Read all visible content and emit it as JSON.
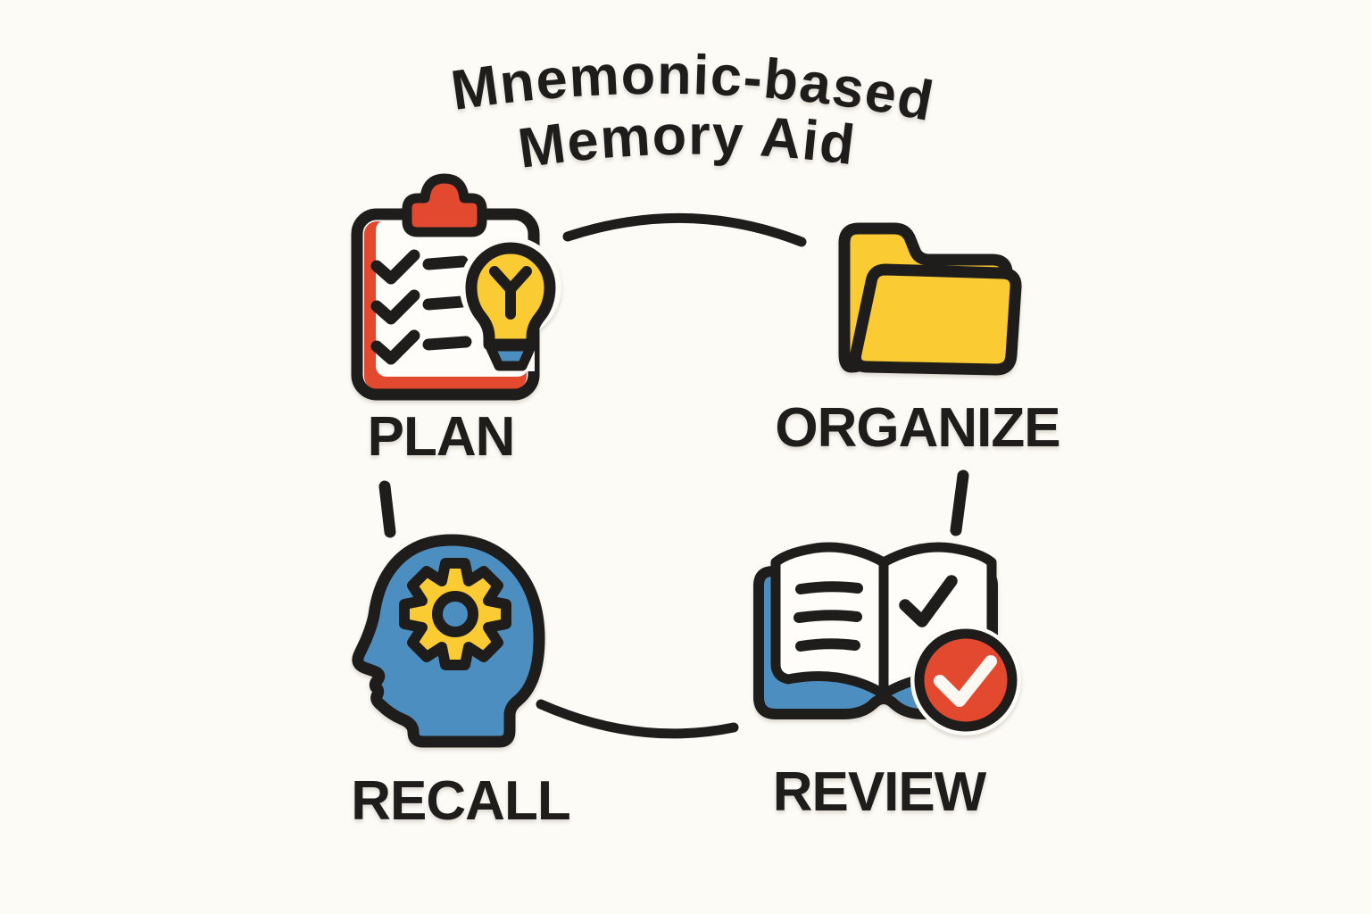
{
  "title": {
    "line1": "Mnemonic-based",
    "line2": "Memory Aid"
  },
  "diagram": {
    "type": "cycle",
    "steps": [
      {
        "label": "PLAN",
        "icon": "clipboard-checklist-lightbulb-icon",
        "position": "top-left"
      },
      {
        "label": "ORGANIZE",
        "icon": "open-folder-icon",
        "position": "top-right"
      },
      {
        "label": "REVIEW",
        "icon": "open-book-checkmark-icon",
        "position": "bottom-right"
      },
      {
        "label": "RECALL",
        "icon": "head-with-gear-icon",
        "position": "bottom-left"
      }
    ],
    "connectors": [
      "plan-to-organize-top-arc",
      "organize-to-review-dash",
      "review-to-recall-bottom-arc",
      "recall-to-plan-dash"
    ]
  },
  "colors": {
    "background": "#FDFBF6",
    "ink": "#1F1D1B",
    "red": "#E2492F",
    "yellow": "#FBCB33",
    "blue": "#4D8EC0",
    "paper": "#FEFDFA",
    "check_white": "#FBF7F1"
  }
}
